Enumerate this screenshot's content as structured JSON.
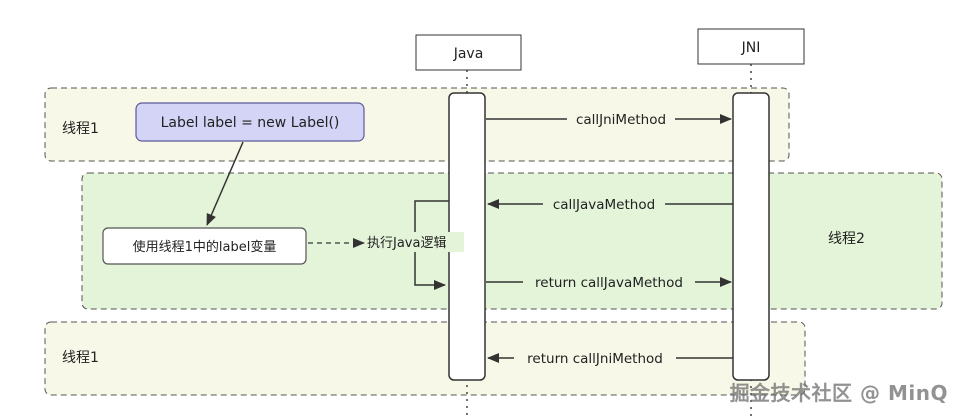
{
  "participants": {
    "java": "Java",
    "jni": "JNI"
  },
  "regions": {
    "thread1_top": "线程1",
    "thread2": "线程2",
    "thread1_bottom": "线程1"
  },
  "notes": {
    "label_code": "Label label = new Label()",
    "use_label": "使用线程1中的label变量",
    "exec_java": "执行Java逻辑"
  },
  "messages": {
    "call_jni": "callJniMethod",
    "call_java": "callJavaMethod",
    "return_call_java": "return callJavaMethod",
    "return_call_jni": "return callJniMethod"
  },
  "watermark": "掘金技术社区 @ MinQ",
  "colors": {
    "thread1_fill": "#f8f8e8",
    "thread2_fill": "#e3f4d9",
    "code_box_fill": "#d4d4f7",
    "code_box_stroke": "#5a5a9a",
    "arrow": "#333333"
  }
}
